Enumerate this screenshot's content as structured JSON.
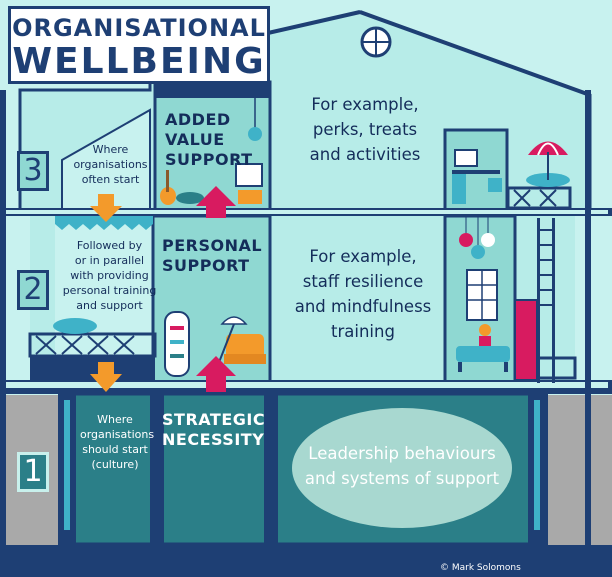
{
  "title": {
    "line1": "ORGANISATIONAL",
    "line2": "WELLBEING"
  },
  "levels": [
    {
      "number": "3",
      "heading_lines": [
        "ADDED",
        "VALUE",
        "SUPPORT"
      ],
      "example_lines": [
        "For example,",
        "perks, treats",
        "and activities"
      ],
      "note_lines": [
        "Where",
        "organisations",
        "often start"
      ]
    },
    {
      "number": "2",
      "heading_lines": [
        "PERSONAL",
        "SUPPORT"
      ],
      "example_lines": [
        "For example,",
        "staff resilience",
        "and mindfulness",
        "training"
      ],
      "note_lines": [
        "Followed by",
        "or in parallel",
        "with providing",
        "personal training",
        "and support"
      ]
    },
    {
      "number": "1",
      "heading_lines": [
        "STRATEGIC",
        "NECESSITY"
      ],
      "example_lines": [
        "Leadership behaviours",
        "and systems of support"
      ],
      "note_lines": [
        "Where",
        "organisations",
        "should start",
        "(culture)"
      ]
    }
  ],
  "credit": "© Mark Solomons",
  "colors": {
    "navy": "#1e3f74",
    "wall": "#b7ece8",
    "wall_dark": "#8fd8d2",
    "basement": "#2b7f88",
    "ground": "#a9a9a9",
    "arrow_orange": "#f39a2b",
    "arrow_pink": "#d81b60"
  },
  "icons": [
    "round-window-icon",
    "guitar-icon",
    "pink-lamp-icon",
    "picture-frame-icon",
    "bookcase-icon",
    "armchair-icon",
    "floor-lamp-icon",
    "pendant-lamps-icon",
    "window-icon",
    "sofa-icon",
    "plant-icon",
    "parasol-icon",
    "desk-icon",
    "ladder-icon"
  ]
}
